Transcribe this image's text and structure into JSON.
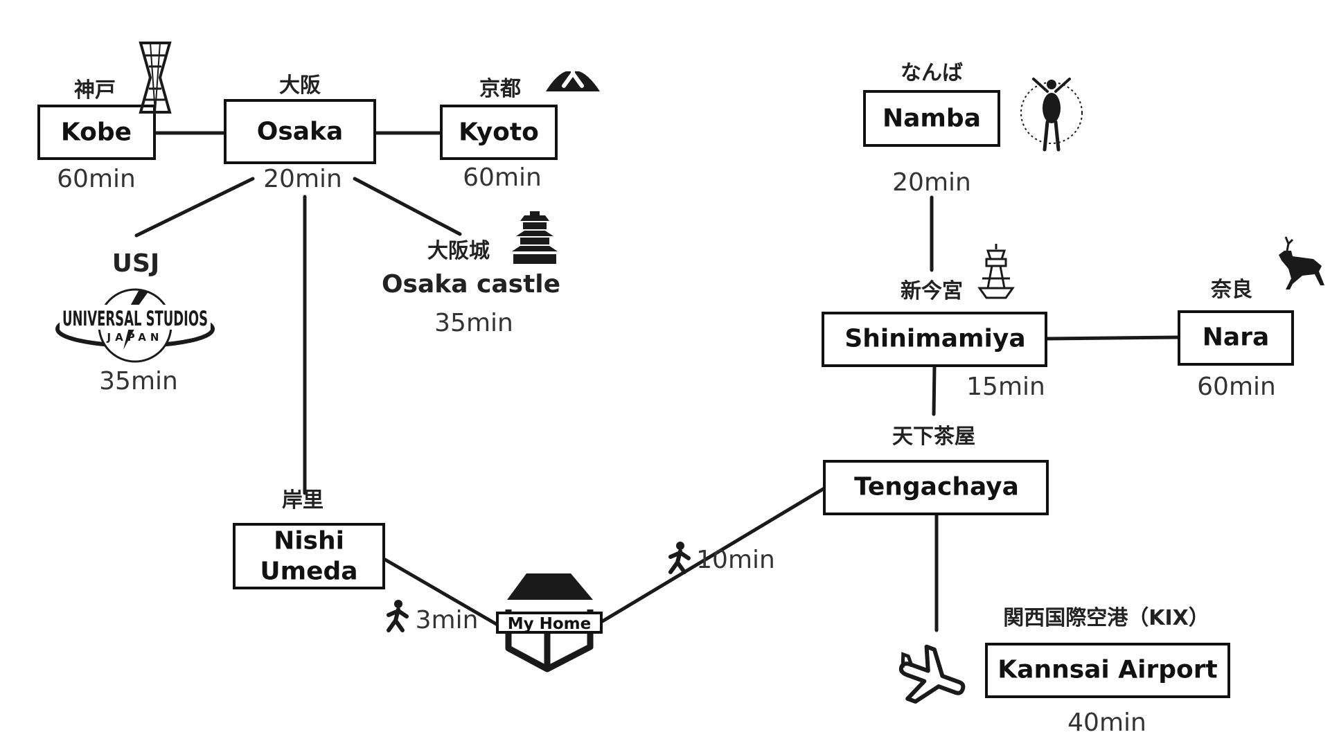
{
  "stations": {
    "kobe": {
      "en": "Kobe",
      "jp": "神戸",
      "time": "60min"
    },
    "osaka": {
      "en": "Osaka",
      "jp": "大阪",
      "time": "20min"
    },
    "kyoto": {
      "en": "Kyoto",
      "jp": "京都",
      "time": "60min"
    },
    "usj": {
      "en": "USJ",
      "logo_top": "UNIVERSAL STUDIOS",
      "logo_bottom": "JAPAN",
      "time": "35min"
    },
    "osaka_castle": {
      "en": "Osaka castle",
      "jp": "大阪城",
      "time": "35min"
    },
    "nishi_umeda": {
      "en_line1": "Nishi",
      "en_line2": "Umeda",
      "jp": "岸里"
    },
    "my_home": {
      "label": "My Home"
    },
    "walk_nishi": {
      "time": "3min"
    },
    "walk_tenga": {
      "time": "10min"
    },
    "namba": {
      "en": "Namba",
      "jp": "なんば",
      "time": "20min"
    },
    "shinimamiya": {
      "en": "Shinimamiya",
      "jp": "新今宮",
      "time": "15min"
    },
    "nara": {
      "en": "Nara",
      "jp": "奈良",
      "time": "60min"
    },
    "tengachaya": {
      "en": "Tengachaya",
      "jp": "天下茶屋"
    },
    "kansai": {
      "en": "Kannsai Airport",
      "jp": "関西国際空港（KIX）",
      "time": "40min"
    }
  },
  "icons": [
    "kobe-tower-icon",
    "daimonji-icon",
    "universal-studios-logo",
    "osaka-castle-icon",
    "glico-runner-icon",
    "tsutenkaku-icon",
    "deer-icon",
    "house-icon",
    "walking-person-icon",
    "airplane-icon"
  ]
}
